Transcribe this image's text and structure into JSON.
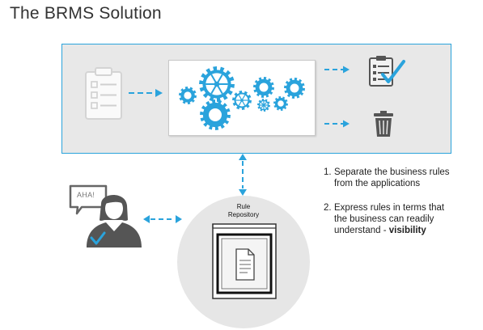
{
  "title": "The BRMS Solution",
  "points": [
    {
      "number": "1.",
      "line1": "Separate the business rules",
      "line2": "from the applications",
      "emphasis": ""
    },
    {
      "number": "2.",
      "line1": "Express rules in terms that",
      "line2": "the business can readily",
      "line3_prefix": "understand - ",
      "emphasis": "visibility"
    }
  ],
  "repository": {
    "line1": "Rule",
    "line2": "Repository"
  },
  "speech_bubble": "AHA!",
  "colors": {
    "accent": "#2aa3dc",
    "panel": "#e8e8e8",
    "icon_gray": "#555555",
    "light_gray": "#d6d6d6"
  },
  "icons": {
    "input": "clipboard-list-icon",
    "engine": "gears-icon",
    "approved": "clipboard-check-icon",
    "discard": "trash-icon",
    "user": "person-icon",
    "repository": "document-icon"
  }
}
